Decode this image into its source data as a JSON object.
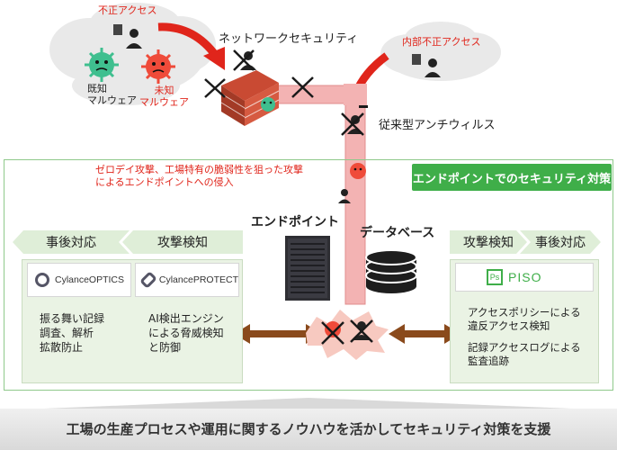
{
  "attack_labels": {
    "unauthorized_access": "不正アクセス",
    "known_malware": [
      "既知",
      "マルウェア"
    ],
    "unknown_malware": [
      "未知",
      "マルウェア"
    ],
    "network_security": "ネットワークセキュリティ",
    "internal_unauthorized_access": "内部不正アクセス",
    "traditional_antivirus": "従来型アンチウィルス",
    "zero_day": [
      "ゼロデイ攻撃、工場特有の脆弱性を狙った攻撃",
      "によるエンドポイントへの侵入"
    ]
  },
  "endpoint_section": {
    "badge": "エンドポイントでのセキュリティ対策",
    "endpoint_label": "エンドポイント",
    "database_label": "データベース",
    "left_tabs": [
      "事後対応",
      "攻撃検知"
    ],
    "right_tabs": [
      "攻撃検知",
      "事後対応"
    ]
  },
  "products": {
    "optics": {
      "logo": "CylanceOPTICS",
      "lines": [
        "振る舞い記録",
        "調査、解析",
        "拡散防止"
      ]
    },
    "protect": {
      "logo": "CylancePROTECT",
      "lines": [
        "AI検出エンジン",
        "による脅威検知",
        "と防御"
      ]
    },
    "piso": {
      "logo_mark": "Ps",
      "logo": "PISO",
      "lines": [
        "アクセスポリシーによる",
        "違反アクセス検知",
        "",
        "記録アクセスログによる",
        "監査追跡"
      ]
    }
  },
  "footer": {
    "text": "工場の生産プロセスや運用に関するノウハウを活かしてセキュリティ対策を支援"
  },
  "colors": {
    "attack_red": "#e0251b",
    "green": "#3fae49",
    "panel_green": "#eaf3e4",
    "pipe_pink": "#f3b3b3",
    "arrow_brown": "#8a4a1c"
  }
}
